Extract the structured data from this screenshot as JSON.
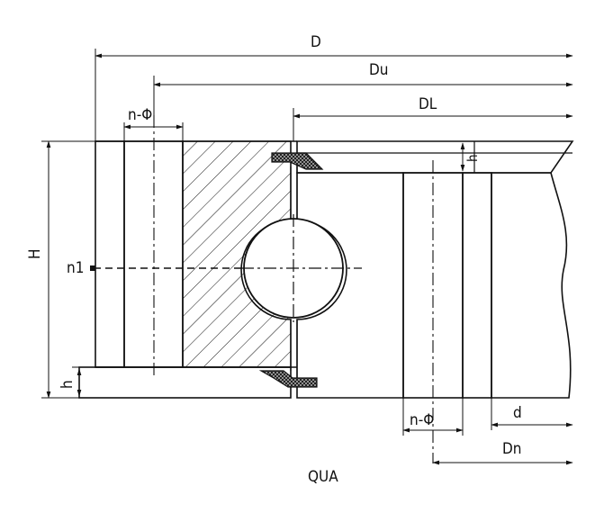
{
  "labels": {
    "D": "D",
    "Du": "Du",
    "DL": "DL",
    "n_phi_top": "n-Φ",
    "n_phi_bottom": "n-Φ",
    "H": "H",
    "h_left": "h",
    "h_right": "h",
    "n1": "n1",
    "d": "d",
    "Dn": "Dn"
  },
  "caption": "QUA",
  "colors": {
    "line": "#111111",
    "seal": "#333333",
    "background": "#ffffff"
  }
}
